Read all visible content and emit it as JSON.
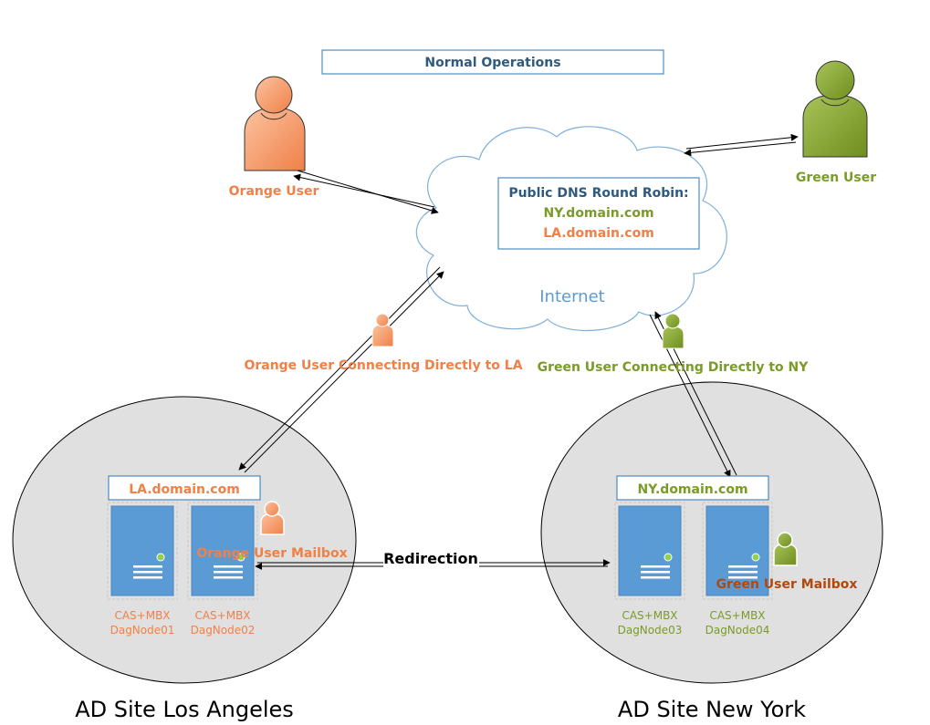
{
  "title": "Normal Operations",
  "colors": {
    "orange": "#F28C50",
    "orange_dark": "#E26B2C",
    "green": "#7A9B28",
    "green_dark": "#5E7F16",
    "server_blue": "#5B9BD5",
    "blue_text": "#2E5A80",
    "cloud_stroke": "#6FA4D4",
    "site_fill": "#E0E0E0",
    "mailbox_brown": "#B1480D"
  },
  "users": {
    "orange": {
      "label": "Orange User",
      "icon": "user-icon"
    },
    "green": {
      "label": "Green User",
      "icon": "user-icon"
    }
  },
  "cloud": {
    "label": "Internet",
    "dns_title": "Public DNS Round Robin:",
    "dns_ny": "NY.domain.com",
    "dns_la": "LA.domain.com"
  },
  "connections": {
    "orange_direct": "Orange User Connecting Directly to LA",
    "green_direct": "Green User Connecting Directly to NY",
    "redirection": "Redirection"
  },
  "sites": {
    "la": {
      "name": "AD Site Los Angeles",
      "domain": "LA.domain.com",
      "mailbox_label": "Orange User Mailbox",
      "servers": [
        {
          "role": "CAS+MBX",
          "name": "DagNode01"
        },
        {
          "role": "CAS+MBX",
          "name": "DagNode02"
        }
      ]
    },
    "ny": {
      "name": "AD Site New York",
      "domain": "NY.domain.com",
      "mailbox_label": "Green User Mailbox",
      "servers": [
        {
          "role": "CAS+MBX",
          "name": "DagNode03"
        },
        {
          "role": "CAS+MBX",
          "name": "DagNode04"
        }
      ]
    }
  }
}
